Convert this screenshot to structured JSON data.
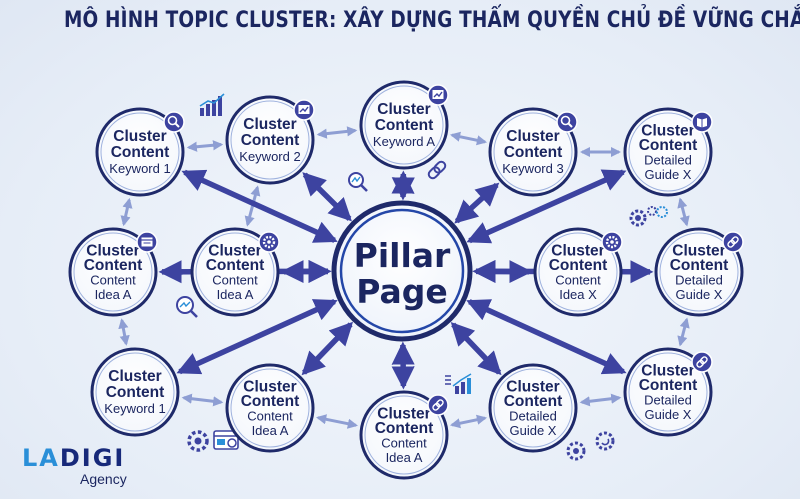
{
  "title": "MÔ HÌNH TOPIC CLUSTER: XÂY DỰNG THẨM QUYỀN CHỦ ĐỀ VỮNG CHẮC",
  "pillar": {
    "line1": "Pillar",
    "line2": "Page"
  },
  "clusters": [
    {
      "id": "c1",
      "lines": [
        "Cluster",
        "Content",
        "Keyword 1"
      ],
      "icon": "magnifier-icon"
    },
    {
      "id": "c2",
      "lines": [
        "Cluster",
        "Content",
        "Keyword 2"
      ],
      "icon": "bar-chart-icon"
    },
    {
      "id": "c3",
      "lines": [
        "Cluster",
        "Content",
        "Keyword A"
      ],
      "icon": "analytics-icon"
    },
    {
      "id": "c4",
      "lines": [
        "Cluster",
        "Content",
        "Keyword 3"
      ],
      "icon": "magnifier-icon"
    },
    {
      "id": "c5",
      "lines": [
        "Cluster",
        "Content",
        "Detailed",
        "Guide X"
      ],
      "icon": "book-icon"
    },
    {
      "id": "c6",
      "lines": [
        "Cluster",
        "Content",
        "Content",
        "Idea A"
      ],
      "icon": "webpage-icon"
    },
    {
      "id": "c7",
      "lines": [
        "Cluster",
        "Content",
        "Content",
        "Idea A"
      ],
      "icon": "gear-icon"
    },
    {
      "id": "c8",
      "lines": [
        "Cluster",
        "Content",
        "Content",
        "Idea X"
      ],
      "icon": "gear-icon"
    },
    {
      "id": "c9",
      "lines": [
        "Cluster",
        "Content",
        "Detailed",
        "Guide X"
      ],
      "icon": "link-icon"
    },
    {
      "id": "c10",
      "lines": [
        "Cluster",
        "Content",
        "Keyword 1"
      ],
      "icon": "none"
    },
    {
      "id": "c11",
      "lines": [
        "Cluster",
        "Content",
        "Content",
        "Idea A"
      ],
      "icon": "none"
    },
    {
      "id": "c12",
      "lines": [
        "Cluster",
        "Content",
        "Content",
        "Idea A"
      ],
      "icon": "link-icon"
    },
    {
      "id": "c13",
      "lines": [
        "Cluster",
        "Content",
        "Detailed",
        "Guide X"
      ],
      "icon": "none"
    },
    {
      "id": "c14",
      "lines": [
        "Cluster",
        "Content",
        "Detailed",
        "Guide X"
      ],
      "icon": "link-icon"
    }
  ],
  "links": [
    [
      "c1",
      "c2"
    ],
    [
      "c2",
      "c3"
    ],
    [
      "c3",
      "c4"
    ],
    [
      "c4",
      "c5"
    ],
    [
      "c1",
      "c6"
    ],
    [
      "c2",
      "c7"
    ],
    [
      "c6",
      "c7"
    ],
    [
      "c8",
      "c9"
    ],
    [
      "c5",
      "c9"
    ],
    [
      "c6",
      "c10"
    ],
    [
      "c10",
      "c11"
    ],
    [
      "c11",
      "c12"
    ],
    [
      "c12",
      "c13"
    ],
    [
      "c13",
      "c14"
    ],
    [
      "c9",
      "c14"
    ]
  ],
  "logo": {
    "part1": "LA",
    "part2": "DIGI",
    "sub": "Agency"
  },
  "colors": {
    "title": "#1b2660",
    "arrow": "#3d43a0",
    "link": "#8e9ed3",
    "ring": "#1f2a6a",
    "pillar_ring": "#2447a8",
    "logo_accent": "#2a8fd8",
    "logo_main": "#17297a"
  }
}
